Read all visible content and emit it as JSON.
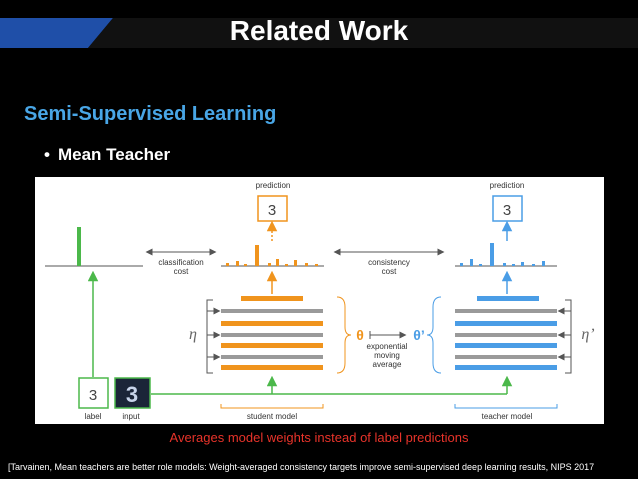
{
  "slide": {
    "title": "Related Work",
    "section": "Semi-Supervised Learning",
    "bullet": "Mean Teacher",
    "caption": "Averages model weights instead of label predictions",
    "citation": "[Tarvainen, Mean teachers are better role models: Weight-averaged consistency targets improve semi-supervised deep learning results, NIPS 2017"
  },
  "diagram": {
    "prediction_student": "prediction",
    "prediction_teacher": "prediction",
    "pred_value_student": "3",
    "pred_value_teacher": "3",
    "label_value": "3",
    "classification_cost": [
      "classification",
      "cost"
    ],
    "consistency_cost": [
      "consistency",
      "cost"
    ],
    "theta": "θ",
    "theta_prime": "θ’",
    "ema_text": [
      "exponential",
      "moving",
      "average"
    ],
    "eta": "η",
    "eta_prime": "η’",
    "label_caption": "label",
    "input_caption": "input",
    "input_image_text": "3",
    "student_caption": "student model",
    "teacher_caption": "teacher model",
    "colors": {
      "student": "#f0941d",
      "teacher": "#4a9de6",
      "label": "#4bb84a",
      "noise": "#9a9a9a",
      "banner": "#1f4fa8"
    }
  }
}
